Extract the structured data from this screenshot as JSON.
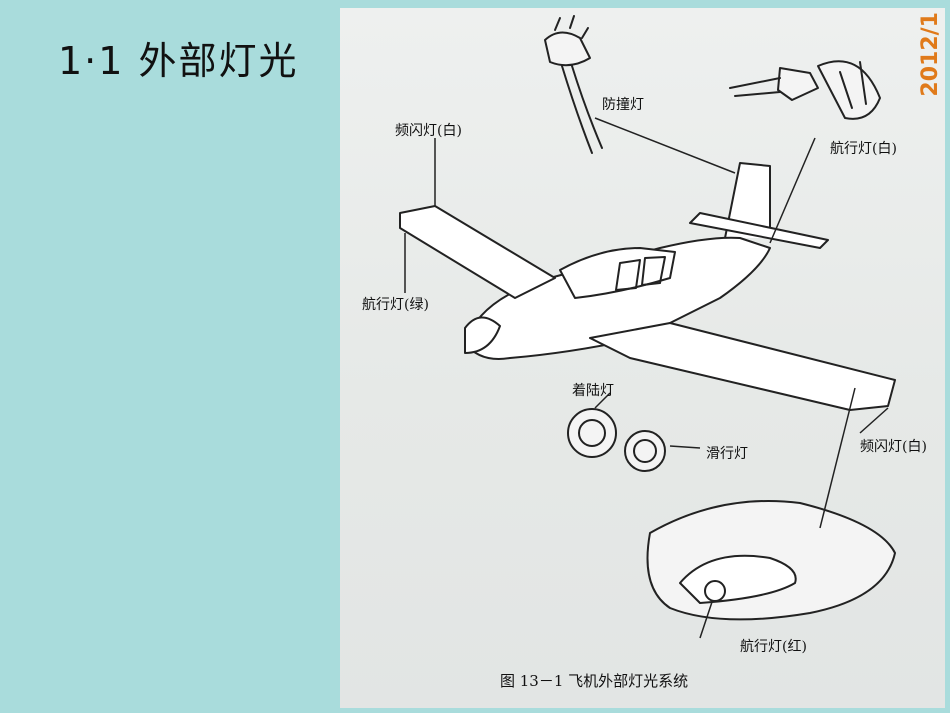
{
  "slide": {
    "title": "1·1  外部灯光"
  },
  "figure": {
    "stamp": "2012/1",
    "labels": {
      "strobe_left": "频闪灯(白)",
      "anti_collision": "防撞灯",
      "nav_white": "航行灯(白)",
      "nav_green": "航行灯(绿)",
      "landing": "着陆灯",
      "taxi": "滑行灯",
      "strobe_right": "频闪灯(白)",
      "nav_red": "航行灯(红)"
    },
    "caption": "图 13－1    飞机外部灯光系统"
  }
}
